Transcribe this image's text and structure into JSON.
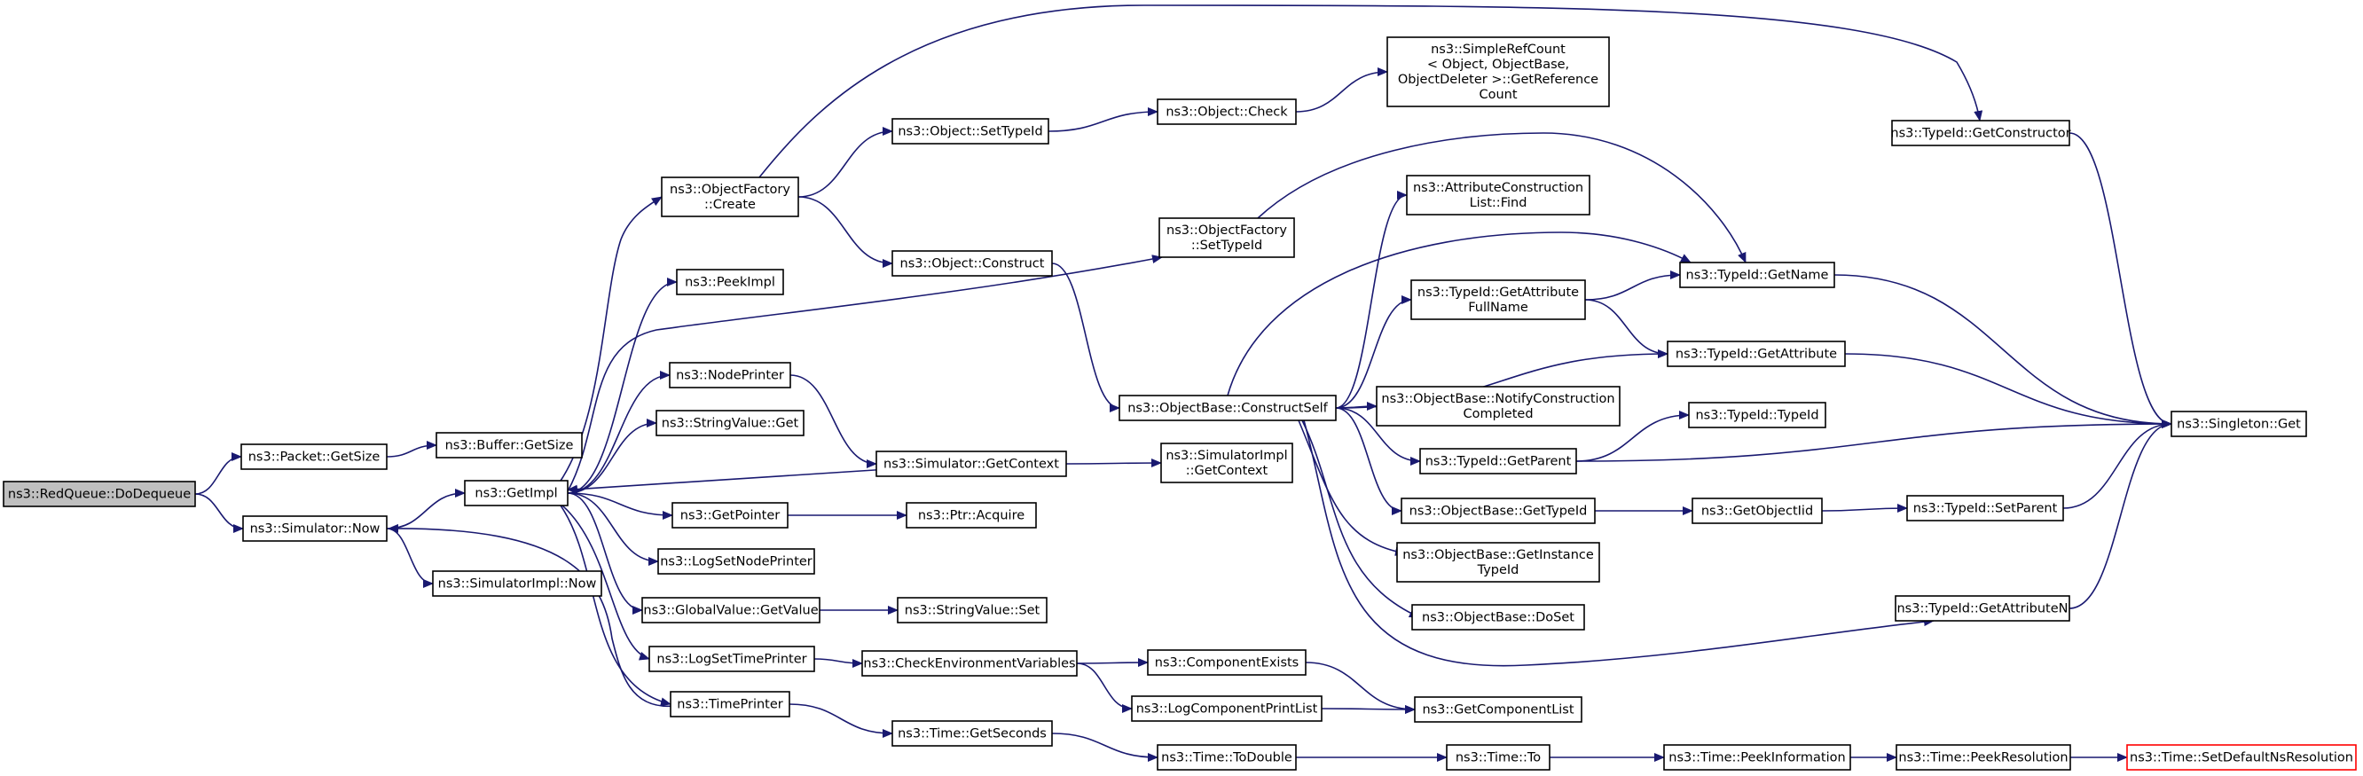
{
  "colors": {
    "edge": "#191970",
    "root_fill": "#bfbfbf",
    "truncated_border": "#ff0000"
  },
  "nodes": [
    {
      "id": "dodequeue",
      "lines": [
        "ns3::RedQueue::DoDequeue"
      ],
      "kind": "root"
    },
    {
      "id": "packet_getsize",
      "lines": [
        "ns3::Packet::GetSize"
      ]
    },
    {
      "id": "buffer_getsize",
      "lines": [
        "ns3::Buffer::GetSize"
      ]
    },
    {
      "id": "sim_now",
      "lines": [
        "ns3::Simulator::Now"
      ]
    },
    {
      "id": "getimpl",
      "lines": [
        "ns3::GetImpl"
      ]
    },
    {
      "id": "simimpl_now",
      "lines": [
        "ns3::SimulatorImpl::Now"
      ]
    },
    {
      "id": "of_create",
      "lines": [
        "ns3::ObjectFactory",
        "::Create"
      ]
    },
    {
      "id": "peekimpl",
      "lines": [
        "ns3::PeekImpl"
      ]
    },
    {
      "id": "nodeprinter",
      "lines": [
        "ns3::NodePrinter"
      ]
    },
    {
      "id": "sv_get",
      "lines": [
        "ns3::StringValue::Get"
      ]
    },
    {
      "id": "getpointer",
      "lines": [
        "ns3::GetPointer"
      ]
    },
    {
      "id": "logsetnodeprinter",
      "lines": [
        "ns3::LogSetNodePrinter"
      ]
    },
    {
      "id": "gv_getvalue",
      "lines": [
        "ns3::GlobalValue::GetValue"
      ]
    },
    {
      "id": "logsettimeprinter",
      "lines": [
        "ns3::LogSetTimePrinter"
      ]
    },
    {
      "id": "timeprinter",
      "lines": [
        "ns3::TimePrinter"
      ]
    },
    {
      "id": "obj_settypeid",
      "lines": [
        "ns3::Object::SetTypeId"
      ]
    },
    {
      "id": "obj_construct",
      "lines": [
        "ns3::Object::Construct"
      ]
    },
    {
      "id": "sim_getcontext",
      "lines": [
        "ns3::Simulator::GetContext"
      ]
    },
    {
      "id": "ptr_acquire",
      "lines": [
        "ns3::Ptr::Acquire"
      ]
    },
    {
      "id": "sv_set",
      "lines": [
        "ns3::StringValue::Set"
      ]
    },
    {
      "id": "checkenv",
      "lines": [
        "ns3::CheckEnvironmentVariables"
      ]
    },
    {
      "id": "time_getseconds",
      "lines": [
        "ns3::Time::GetSeconds"
      ]
    },
    {
      "id": "obj_check",
      "lines": [
        "ns3::Object::Check"
      ]
    },
    {
      "id": "of_settypeid",
      "lines": [
        "ns3::ObjectFactory",
        "::SetTypeId"
      ]
    },
    {
      "id": "ob_constructself",
      "lines": [
        "ns3::ObjectBase::ConstructSelf"
      ]
    },
    {
      "id": "simimpl_getcontext",
      "lines": [
        "ns3::SimulatorImpl",
        "::GetContext"
      ]
    },
    {
      "id": "componentexists",
      "lines": [
        "ns3::ComponentExists"
      ]
    },
    {
      "id": "logcomponentprintlist",
      "lines": [
        "ns3::LogComponentPrintList"
      ]
    },
    {
      "id": "time_todouble",
      "lines": [
        "ns3::Time::ToDouble"
      ]
    },
    {
      "id": "simplerefcount",
      "lines": [
        "ns3::SimpleRefCount",
        "< Object, ObjectBase,",
        " ObjectDeleter >::GetReference",
        "Count"
      ]
    },
    {
      "id": "acl_find",
      "lines": [
        "ns3::AttributeConstruction",
        "List::Find"
      ]
    },
    {
      "id": "tid_getattrfullname",
      "lines": [
        "ns3::TypeId::GetAttribute",
        "FullName"
      ]
    },
    {
      "id": "ob_notifyconstruction",
      "lines": [
        "ns3::ObjectBase::NotifyConstruction",
        "Completed"
      ]
    },
    {
      "id": "tid_getparent",
      "lines": [
        "ns3::TypeId::GetParent"
      ]
    },
    {
      "id": "ob_gettypeid",
      "lines": [
        "ns3::ObjectBase::GetTypeId"
      ]
    },
    {
      "id": "ob_getinstancetypeid",
      "lines": [
        "ns3::ObjectBase::GetInstance",
        "TypeId"
      ]
    },
    {
      "id": "ob_doset",
      "lines": [
        "ns3::ObjectBase::DoSet"
      ]
    },
    {
      "id": "getcomponentlist",
      "lines": [
        "ns3::GetComponentList"
      ]
    },
    {
      "id": "time_to",
      "lines": [
        "ns3::Time::To"
      ]
    },
    {
      "id": "tid_getname",
      "lines": [
        "ns3::TypeId::GetName"
      ]
    },
    {
      "id": "tid_getattribute",
      "lines": [
        "ns3::TypeId::GetAttribute"
      ]
    },
    {
      "id": "tid_typeid",
      "lines": [
        "ns3::TypeId::TypeId"
      ]
    },
    {
      "id": "getobjectiid",
      "lines": [
        "ns3::GetObjectIid"
      ]
    },
    {
      "id": "time_peekinformation",
      "lines": [
        "ns3::Time::PeekInformation"
      ]
    },
    {
      "id": "tid_getconstructor",
      "lines": [
        "ns3::TypeId::GetConstructor"
      ]
    },
    {
      "id": "tid_setparent",
      "lines": [
        "ns3::TypeId::SetParent"
      ]
    },
    {
      "id": "tid_getattributen",
      "lines": [
        "ns3::TypeId::GetAttributeN"
      ]
    },
    {
      "id": "time_peekresolution",
      "lines": [
        "ns3::Time::PeekResolution"
      ]
    },
    {
      "id": "singleton_get",
      "lines": [
        "ns3::Singleton::Get"
      ]
    },
    {
      "id": "time_setdefaultnsresolution",
      "lines": [
        "ns3::Time::SetDefaultNsResolution"
      ],
      "kind": "truncated"
    }
  ],
  "edges": [
    [
      "dodequeue",
      "packet_getsize"
    ],
    [
      "dodequeue",
      "sim_now"
    ],
    [
      "packet_getsize",
      "buffer_getsize"
    ],
    [
      "sim_now",
      "getimpl"
    ],
    [
      "sim_now",
      "simimpl_now"
    ],
    [
      "getimpl",
      "of_create"
    ],
    [
      "getimpl",
      "peekimpl"
    ],
    [
      "getimpl",
      "nodeprinter"
    ],
    [
      "getimpl",
      "sv_get"
    ],
    [
      "getimpl",
      "getpointer"
    ],
    [
      "getimpl",
      "logsetnodeprinter"
    ],
    [
      "getimpl",
      "gv_getvalue"
    ],
    [
      "getimpl",
      "logsettimeprinter"
    ],
    [
      "getimpl",
      "timeprinter"
    ],
    [
      "getimpl",
      "of_settypeid"
    ],
    [
      "timeprinter",
      "sim_now"
    ],
    [
      "sim_getcontext",
      "getimpl"
    ],
    [
      "nodeprinter",
      "sim_getcontext"
    ],
    [
      "of_create",
      "obj_settypeid"
    ],
    [
      "of_create",
      "obj_construct"
    ],
    [
      "of_create",
      "tid_getconstructor"
    ],
    [
      "getpointer",
      "ptr_acquire"
    ],
    [
      "gv_getvalue",
      "sv_set"
    ],
    [
      "logsettimeprinter",
      "checkenv"
    ],
    [
      "timeprinter",
      "time_getseconds"
    ],
    [
      "obj_settypeid",
      "obj_check"
    ],
    [
      "obj_construct",
      "ob_constructself"
    ],
    [
      "sim_getcontext",
      "simimpl_getcontext"
    ],
    [
      "checkenv",
      "componentexists"
    ],
    [
      "checkenv",
      "logcomponentprintlist"
    ],
    [
      "time_getseconds",
      "time_todouble"
    ],
    [
      "obj_check",
      "simplerefcount"
    ],
    [
      "of_settypeid",
      "tid_getname"
    ],
    [
      "ob_constructself",
      "acl_find"
    ],
    [
      "ob_constructself",
      "tid_getname"
    ],
    [
      "ob_constructself",
      "tid_getattrfullname"
    ],
    [
      "ob_constructself",
      "tid_getattribute"
    ],
    [
      "ob_constructself",
      "ob_notifyconstruction"
    ],
    [
      "ob_constructself",
      "tid_getparent"
    ],
    [
      "ob_constructself",
      "ob_gettypeid"
    ],
    [
      "ob_constructself",
      "ob_getinstancetypeid"
    ],
    [
      "ob_constructself",
      "ob_doset"
    ],
    [
      "ob_constructself",
      "tid_getattributen"
    ],
    [
      "componentexists",
      "getcomponentlist"
    ],
    [
      "logcomponentprintlist",
      "getcomponentlist"
    ],
    [
      "time_todouble",
      "time_to"
    ],
    [
      "tid_getattrfullname",
      "tid_getname"
    ],
    [
      "tid_getattrfullname",
      "tid_getattribute"
    ],
    [
      "tid_getparent",
      "tid_typeid"
    ],
    [
      "tid_getparent",
      "singleton_get"
    ],
    [
      "ob_gettypeid",
      "getobjectiid"
    ],
    [
      "time_to",
      "time_peekinformation"
    ],
    [
      "tid_getname",
      "singleton_get"
    ],
    [
      "tid_getattribute",
      "singleton_get"
    ],
    [
      "getobjectiid",
      "tid_setparent"
    ],
    [
      "time_peekinformation",
      "time_peekresolution"
    ],
    [
      "tid_getconstructor",
      "singleton_get"
    ],
    [
      "tid_setparent",
      "singleton_get"
    ],
    [
      "tid_getattributen",
      "singleton_get"
    ],
    [
      "time_peekresolution",
      "time_setdefaultnsresolution"
    ]
  ]
}
